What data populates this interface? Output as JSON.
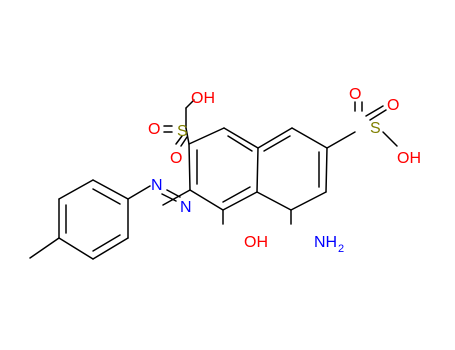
{
  "molecule": {
    "colors": {
      "bond": "#000000",
      "oxygen": "#ff0000",
      "nitrogen": "#0000ff",
      "sulfur": "#808000"
    },
    "labels": {
      "oh_top_sulfo": "OH",
      "o_top_sulfo": "O",
      "s_left_sulfo": "S",
      "o_bottom_left_sulfo": "O",
      "o_right_sulfo": "O",
      "s_right_sulfo": "S",
      "oh_right_sulfo": "OH",
      "o_bottom_right_sulfo": "O",
      "n_azo_left": "N",
      "n_azo_right": "N",
      "hydroxyl": "OH",
      "amino_main": "NH",
      "amino_subscript": "2"
    }
  }
}
